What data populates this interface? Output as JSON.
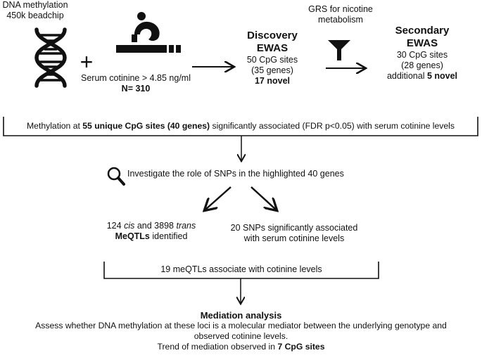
{
  "chip": {
    "line1": "DNA methylation",
    "line2": "450k beadchip"
  },
  "plus": "+",
  "cotinine": {
    "threshold": "Serum cotinine > 4.85 ng/ml",
    "n": "N= 310"
  },
  "discovery": {
    "title1": "Discovery",
    "title2": "EWAS",
    "sites": "50 CpG sites",
    "genes": "(35 genes)",
    "novel": "17 novel"
  },
  "grs": {
    "line1": "GRS for nicotine",
    "line2": "metabolism"
  },
  "secondary": {
    "title1": "Secondary",
    "title2": "EWAS",
    "sites": "30 CpG sites",
    "genes": "(28 genes)",
    "additional": "additional",
    "novel": "5 novel"
  },
  "summary": {
    "pre": "Methylation at",
    "highlight": "55 unique CpG sites (40 genes)",
    "post": "significantly associated (FDR p<0.05) with serum cotinine levels"
  },
  "investigate": "Investigate the role of SNPs in the highlighted 40 genes",
  "meqtl": {
    "n_cis": "124",
    "cis": "cis",
    "and": "and 3898",
    "trans": "trans",
    "label": "MeQTLs",
    "identified": "identified"
  },
  "snps": {
    "line1": "20 SNPs significantly associated",
    "line2": "with serum cotinine levels"
  },
  "meqtl_assoc": "19 meQTLs associate with cotinine levels",
  "mediation": {
    "title": "Mediation analysis",
    "line1": "Assess whether DNA methylation at these loci is a molecular mediator between the underlying genotype and",
    "line2": "observed cotinine levels.",
    "line3_pre": "Trend of mediation observed in",
    "line3_bold": "7 CpG sites"
  },
  "icons": [
    "dna-helix-icon",
    "cigarette-icon",
    "funnel-icon",
    "magnifier-icon"
  ]
}
